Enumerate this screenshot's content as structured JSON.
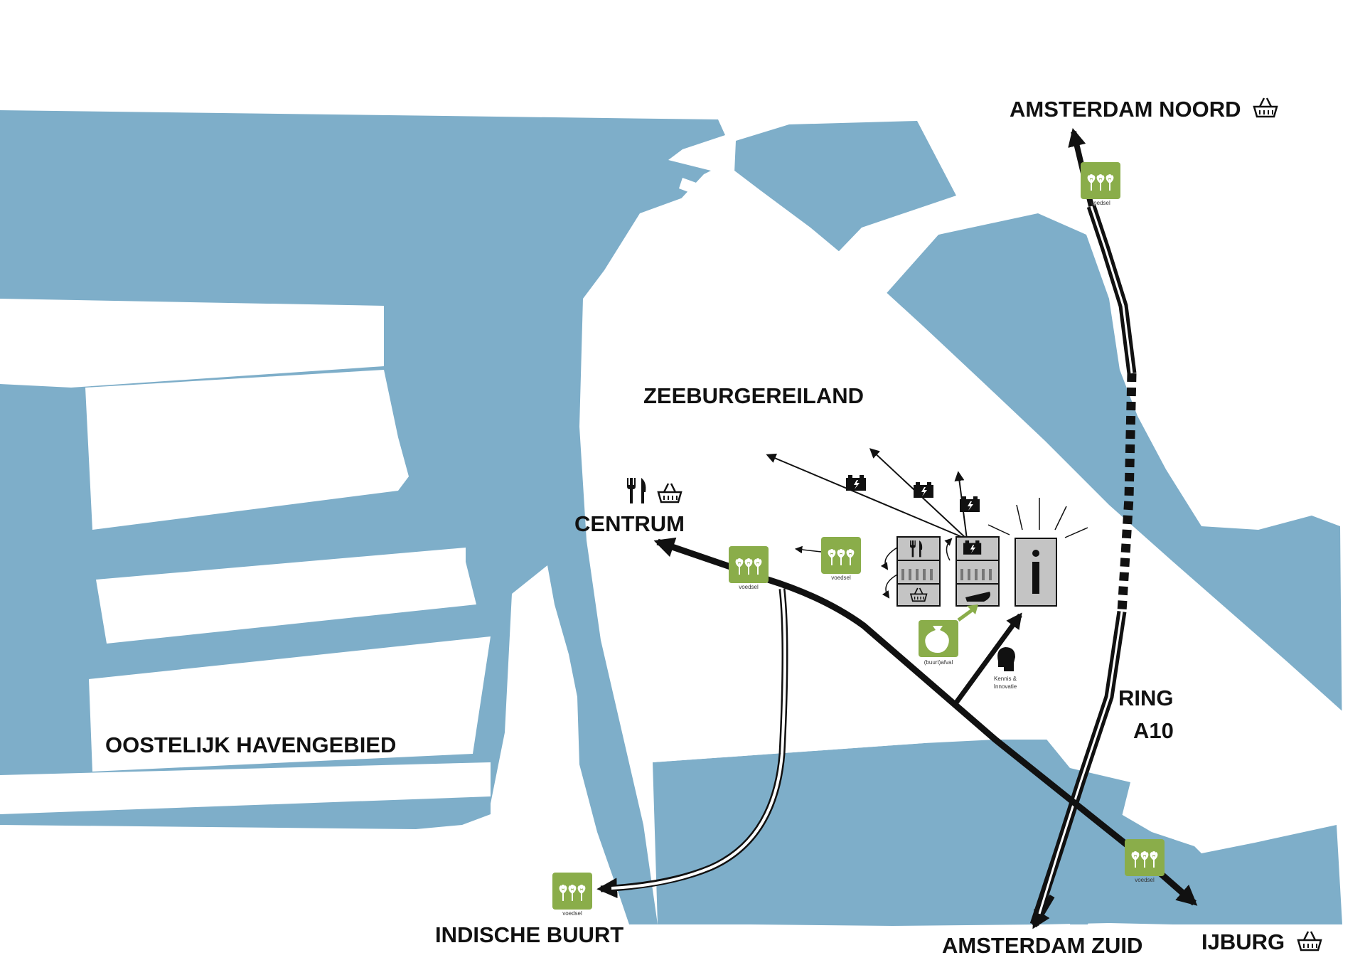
{
  "map": {
    "colors": {
      "water": "#7eaec9",
      "land": "#ffffff",
      "route": "#111111",
      "badge": "#8aad4a",
      "panel": "#c4c4c4"
    },
    "labels": {
      "amsterdam_noord": "AMSTERDAM NOORD",
      "zeeburgereiland": "ZEEBURGEREILAND",
      "centrum": "CENTRUM",
      "oostelijk_havengebied": "OOSTELIJK HAVENGEBIED",
      "indische_buurt": "INDISCHE BUURT",
      "amsterdam_zuid": "AMSTERDAM ZUID",
      "ijburg": "IJBURG",
      "ring_line1": "RING",
      "ring_line2": "A10"
    },
    "badges": {
      "voedsel": "voedsel",
      "buurtafval": "(buurt)afval",
      "kennis_line1": "Kennis &",
      "kennis_line2": "Innovatie"
    },
    "icons": [
      "basket-icon",
      "fork-knife-icon",
      "battery-icon",
      "info-icon",
      "head-icon",
      "plant-sprouts-icon",
      "waste-bag-icon"
    ]
  }
}
